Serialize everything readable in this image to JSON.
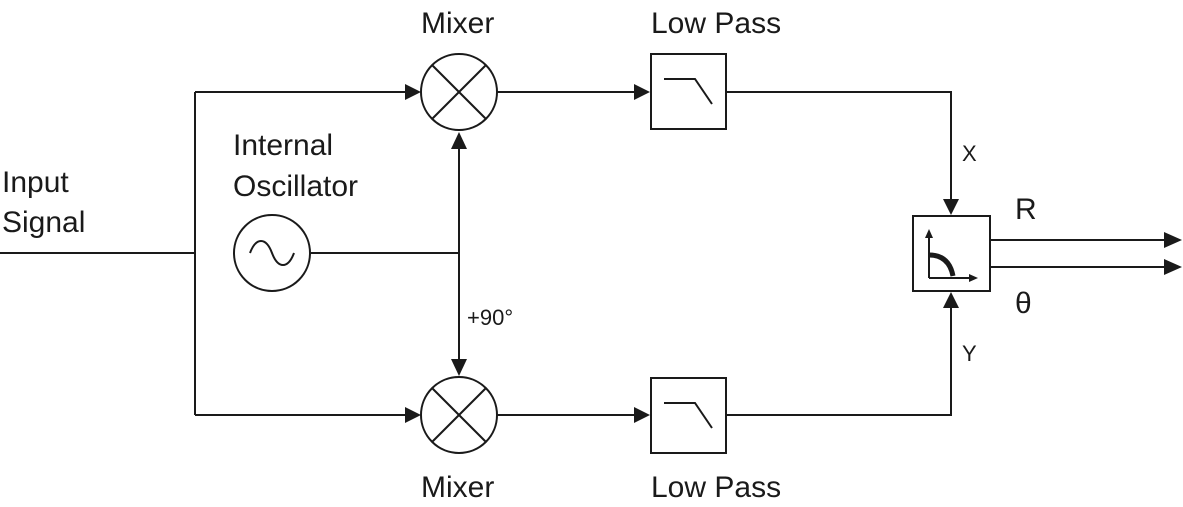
{
  "labels": {
    "input_signal_line1": "Input",
    "input_signal_line2": "Signal",
    "oscillator_line1": "Internal",
    "oscillator_line2": "Oscillator",
    "mixer_top": "Mixer",
    "mixer_bottom": "Mixer",
    "lowpass_top": "Low Pass",
    "lowpass_bottom": "Low Pass",
    "phase_shift": "+90°",
    "x_signal": "X",
    "y_signal": "Y",
    "r_output": "R",
    "theta_output": "θ"
  },
  "icons": {
    "mixer": "multiply-circle-icon",
    "oscillator": "sine-wave-icon",
    "lowpass": "lowpass-filter-icon",
    "converter": "polar-coordinates-icon"
  },
  "colors": {
    "stroke": "#1a1a1a",
    "background": "#ffffff"
  }
}
